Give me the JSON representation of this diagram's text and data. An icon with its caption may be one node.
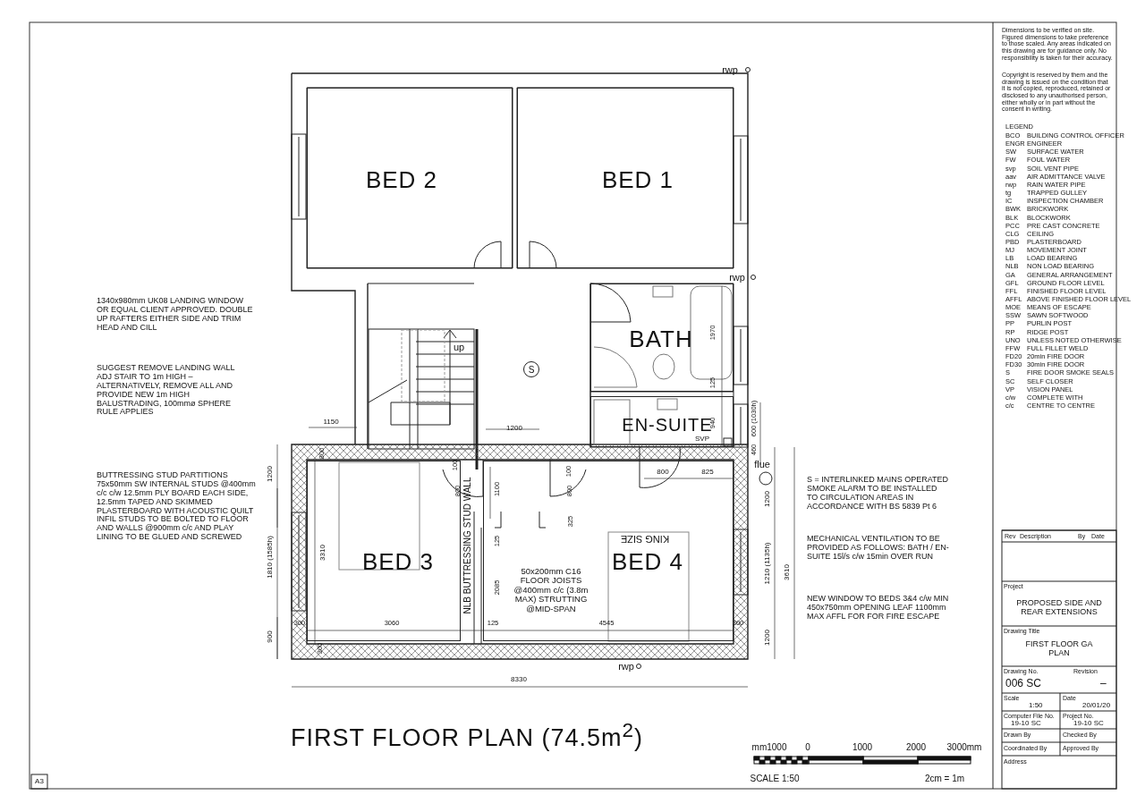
{
  "diagram": {
    "title": "FIRST FLOOR PLAN (74.5m$^{2}$)",
    "nodes": [
      {
        "text": [
          "BED 2"
        ]
      },
      {
        "text": [
          "BED 1"
        ]
      },
      {
        "text": [
          "BATH"
        ]
      },
      {
        "text": [
          "EN-SUITE"
        ]
      },
      {
        "text": [
          "BED 3"
        ]
      },
      {
        "text": [
          "BED 4"
        ]
      },
      {
        "text": [
          "S"
        ]
      }
    ],
    "labels": [
      "Dimensions to be verified on site. Figured dimensions to take preference to those scaled. Any areas indicated on this drawing are for guidance only. No responsibility is taken for their accuracy.",
      "Copyright is reserved by them and the drawing is issued on the condition that it is not copied, reproduced, retained or disclosed to any unauthorised person, either wholly or in part without the consent in writing.",
      "LEGEND",
      "BCO",
      "BUILDING CONTROL OFFICER",
      "ENGR",
      "ENGINEER",
      "SW",
      "SURFACE WATER",
      "FW",
      "FOUL WATER",
      "svp",
      "SOIL VENT PIPE",
      "aav",
      "AIR ADMITTANCE VALVE",
      "rwp",
      "RAIN WATER PIPE",
      "tg",
      "TRAPPED GULLEY",
      "IC",
      "INSPECTION CHAMBER",
      "BWK",
      "BRICKWORK",
      "BLK",
      "BLOCKWORK",
      "PCC",
      "PRE CAST CONCRETE",
      "CLG",
      "CEILING",
      "PBD",
      "PLASTERBOARD",
      "MJ",
      "MOVEMENT JOINT",
      "LB",
      "LOAD BEARING",
      "NLB",
      "NON LOAD BEARING",
      "GA",
      "GENERAL ARRANGEMENT",
      "GFL",
      "GROUND FLOOR LEVEL",
      "FFL",
      "FINISHED FLOOR LEVEL",
      "AFFL",
      "ABOVE FINISHED FLOOR LEVEL",
      "MOE",
      "MEANS OF ESCAPE",
      "SSW",
      "SAWN SOFTWOOD",
      "PP",
      "PURLIN POST",
      "RP",
      "RIDGE POST",
      "UNO",
      "UNLESS NOTED OTHERWISE",
      "FFW",
      "FULL FILLET WELD",
      "FD20",
      "20min FIRE DOOR",
      "FD30",
      "30min FIRE DOOR",
      "S",
      "FIRE DOOR SMOKE SEALS",
      "SC",
      "SELF CLOSER",
      "VP",
      "VISION PANEL",
      "c/w",
      "COMPLETE WITH",
      "c/c",
      "CENTRE TO CENTRE",
      "1340x980mm UK08 LANDING WINDOW OR EQUAL CLIENT APPROVED. DOUBLE UP RAFTERS EITHER SIDE AND TRIM HEAD AND CILL",
      "SUGGEST REMOVE LANDING WALL ADJ STAIR TO 1m HIGH – ALTERNATIVELY, REMOVE ALL AND PROVIDE NEW 1m HIGH BALUSTRADING, 100mmø SPHERE RULE APPLIES",
      "BUTTRESSING STUD PARTITIONS 75x50mm SW INTERNAL STUDS @400mm c/c c/w 12.5mm PLY BOARD EACH SIDE, 12.5mm TAPED AND SKIMMED PLASTERBOARD WITH ACOUSTIC QUILT INFIL STUDS TO BE BOLTED TO FLOOR AND WALLS @900mm c/c AND PLAY LINING TO BE GLUED AND SCREWED",
      "S = INTERLINKED MAINS OPERATED SMOKE ALARM TO BE INSTALLED TO CIRCULATION AREAS IN ACCORDANCE WITH BS 5839 Pt 6",
      "MECHANICAL VENTILATION TO BE PROVIDED AS FOLLOWS: BATH / EN-SUITE 15l/s c/w 15min OVER RUN",
      "NEW WINDOW TO BEDS 3&4 c/w MIN 450x750mm OPENING LEAF 1100mm MAX AFFL FOR FOR FIRE ESCAPE",
      "rwp",
      "rwp",
      "up",
      "1150",
      "1200",
      "1970",
      "125",
      "940",
      "600 (1030h)",
      "460",
      "SVP",
      "flue",
      "800",
      "825",
      "300",
      "100",
      "100",
      "800",
      "1100",
      "800",
      "325",
      "1200",
      "1810 (1585h)",
      "900",
      "3310",
      "NLB BUTTRESSING STUD WALL",
      "125",
      "2085",
      "KING SIZE",
      "50x200mm C16 FLOOR JOISTS @400mm c/c (3.8m MAX) STRUTTING @MID-SPAN",
      "1200",
      "1210 (1135h)",
      "1200",
      "3610",
      "300",
      "3060",
      "125",
      "4545",
      "300",
      "300",
      "rwp",
      "8330",
      "mm1000",
      "0",
      "1000",
      "2000",
      "3000mm",
      "SCALE 1:50",
      "2cm = 1m",
      "A3",
      "Rev",
      "Description",
      "By",
      "Date",
      "Project",
      "PROPOSED SIDE AND REAR EXTENSIONS",
      "Drawing Title",
      "FIRST FLOOR GA PLAN",
      "Drawing No.",
      "Revision",
      "006 SC",
      "–",
      "Scale",
      "1:50",
      "Date",
      "20/01/20",
      "Computer File No.",
      "19-10 SC",
      "Project No.",
      "19-10 SC",
      "Drawn By",
      "Checked By",
      "Coordinated By",
      "Approved By",
      "Address"
    ]
  }
}
